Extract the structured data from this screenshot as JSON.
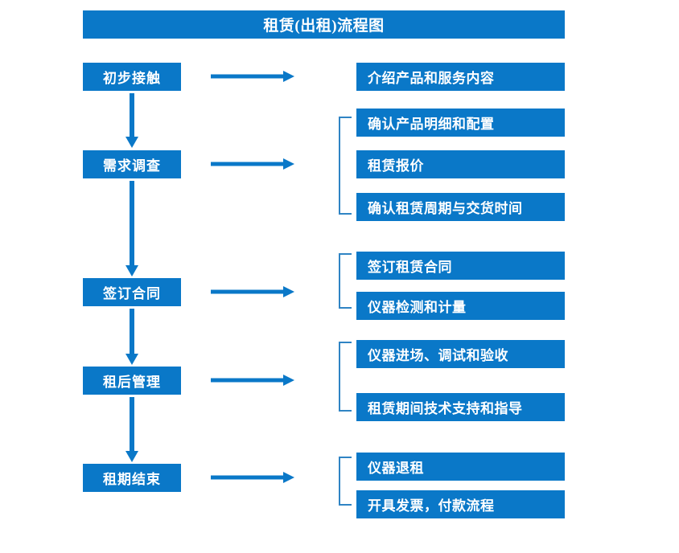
{
  "document": {
    "title": "租赁(出租)流程图",
    "type": "flowchart",
    "colors": {
      "box_fill": "#0a78c8",
      "box_text": "#ffffff",
      "arrow": "#0a78c8",
      "bracket": "#2f84c4",
      "background": "#ffffff"
    }
  },
  "stages": [
    {
      "id": "stage-1",
      "label": "初步接触"
    },
    {
      "id": "stage-2",
      "label": "需求调查"
    },
    {
      "id": "stage-3",
      "label": "签订合同"
    },
    {
      "id": "stage-4",
      "label": "租后管理"
    },
    {
      "id": "stage-5",
      "label": "租期结束"
    }
  ],
  "details": [
    {
      "id": "detail-1",
      "label": "介绍产品和服务内容",
      "stage": "stage-1"
    },
    {
      "id": "detail-2",
      "label": "确认产品明细和配置",
      "stage": "stage-2"
    },
    {
      "id": "detail-3",
      "label": "租赁报价",
      "stage": "stage-2"
    },
    {
      "id": "detail-4",
      "label": "确认租赁周期与交货时间",
      "stage": "stage-2"
    },
    {
      "id": "detail-5",
      "label": "签订租赁合同",
      "stage": "stage-3"
    },
    {
      "id": "detail-6",
      "label": "仪器检测和计量",
      "stage": "stage-3"
    },
    {
      "id": "detail-7",
      "label": "仪器进场、调试和验收",
      "stage": "stage-4"
    },
    {
      "id": "detail-8",
      "label": "租赁期间技术支持和指导",
      "stage": "stage-4"
    },
    {
      "id": "detail-9",
      "label": "仪器退租",
      "stage": "stage-5"
    },
    {
      "id": "detail-10",
      "label": "开具发票，付款流程",
      "stage": "stage-5"
    }
  ],
  "connectors": {
    "stage_to_stage": [
      {
        "from": "stage-1",
        "to": "stage-2",
        "direction": "down"
      },
      {
        "from": "stage-2",
        "to": "stage-3",
        "direction": "down"
      },
      {
        "from": "stage-3",
        "to": "stage-4",
        "direction": "down"
      },
      {
        "from": "stage-4",
        "to": "stage-5",
        "direction": "down"
      }
    ],
    "stage_to_details": [
      {
        "from": "stage-1",
        "direction": "right",
        "grouped": false
      },
      {
        "from": "stage-2",
        "direction": "right",
        "grouped": true
      },
      {
        "from": "stage-3",
        "direction": "right",
        "grouped": true
      },
      {
        "from": "stage-4",
        "direction": "right",
        "grouped": true
      },
      {
        "from": "stage-5",
        "direction": "right",
        "grouped": true
      }
    ]
  }
}
